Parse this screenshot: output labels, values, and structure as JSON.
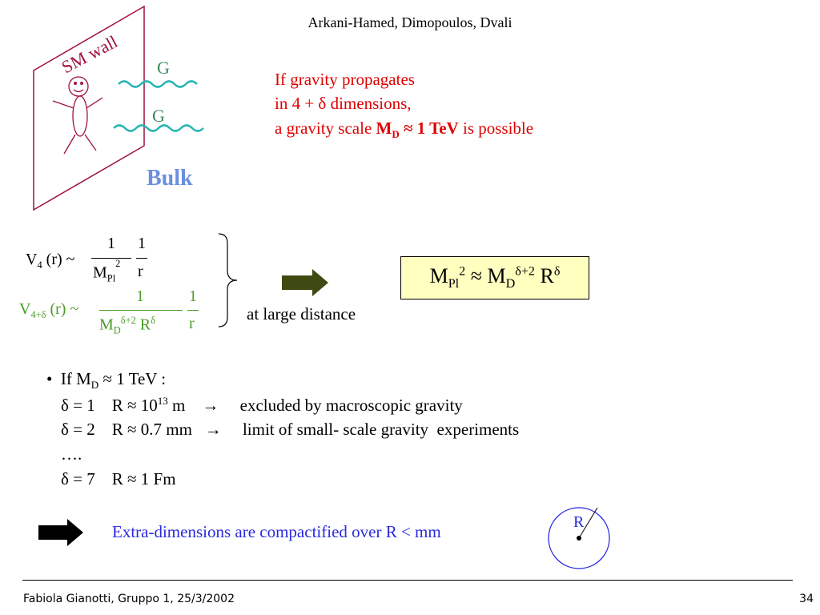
{
  "slide": {
    "title": "Arkani-Hamed, Dimopoulos, Dvali",
    "wall_label": "SM wall",
    "graviton_label_top": "G",
    "graviton_label_bottom": "G",
    "bulk_label": "Bulk",
    "statement": {
      "line1": "If   gravity  propagates",
      "line2": "in  4 + δ   dimensions,",
      "line3_prefix": "a  gravity scale ",
      "line3_md": "M",
      "line3_md_sub": "D",
      "line3_bold_rest": " ≈ 1 TeV",
      "line3_suffix": " is possible"
    },
    "equation1": {
      "lhs": "V",
      "lhs_sub": "4",
      "lhs_rest": " (r) ~",
      "num1": "1",
      "den1": "M",
      "den1_sub": "Pl",
      "den1_sup": "2",
      "num2": "1",
      "den2": "r"
    },
    "equation2": {
      "lhs": "V",
      "lhs_sub": "4+δ",
      "lhs_rest": " (r) ~",
      "num1": "1",
      "den1": "M",
      "den1_sub": "D",
      "den1_sup": "δ+2",
      "den1_r": " R",
      "den1_r_sup": "δ",
      "num2": "1",
      "den2": "r"
    },
    "at_large_distance": "at large distance",
    "result": {
      "m": "M",
      "m_sub": "Pl",
      "m_sup": "2",
      "approx": " ≈ ",
      "md": "M",
      "md_sub": "D",
      "md_sup": "δ+2",
      "r": " R",
      "r_sup": "δ"
    },
    "bullet": {
      "marker": "•",
      "text_prefix": "If   M",
      "text_sub": "D",
      "text_rest": " ≈ 1 TeV :"
    },
    "rows": {
      "r1_a": "δ = 1    R ≈ 10",
      "r1_sup": "13",
      "r1_b": " m    →     excluded by macroscopic gravity",
      "r2": "δ = 2    R ≈ 0.7 mm   →     limit of small- scale gravity  experiments",
      "r3": "….",
      "r4": "δ = 7    R ≈ 1 Fm"
    },
    "conclusion": "Extra-dimensions are compactified over R < mm",
    "circle_label": "R",
    "footer": {
      "left": "Fabiola Gianotti,  Gruppo 1, 25/3/2002",
      "page": "34"
    },
    "colors": {
      "red": "#e00000",
      "green": "#4b9b28",
      "blue": "#2a2ae0",
      "bulk": "#6b8fe0",
      "wall": "#a0103a",
      "wave": "#2ab5b5",
      "box": "#ffffc0",
      "arrow": "#3e4a12"
    }
  }
}
